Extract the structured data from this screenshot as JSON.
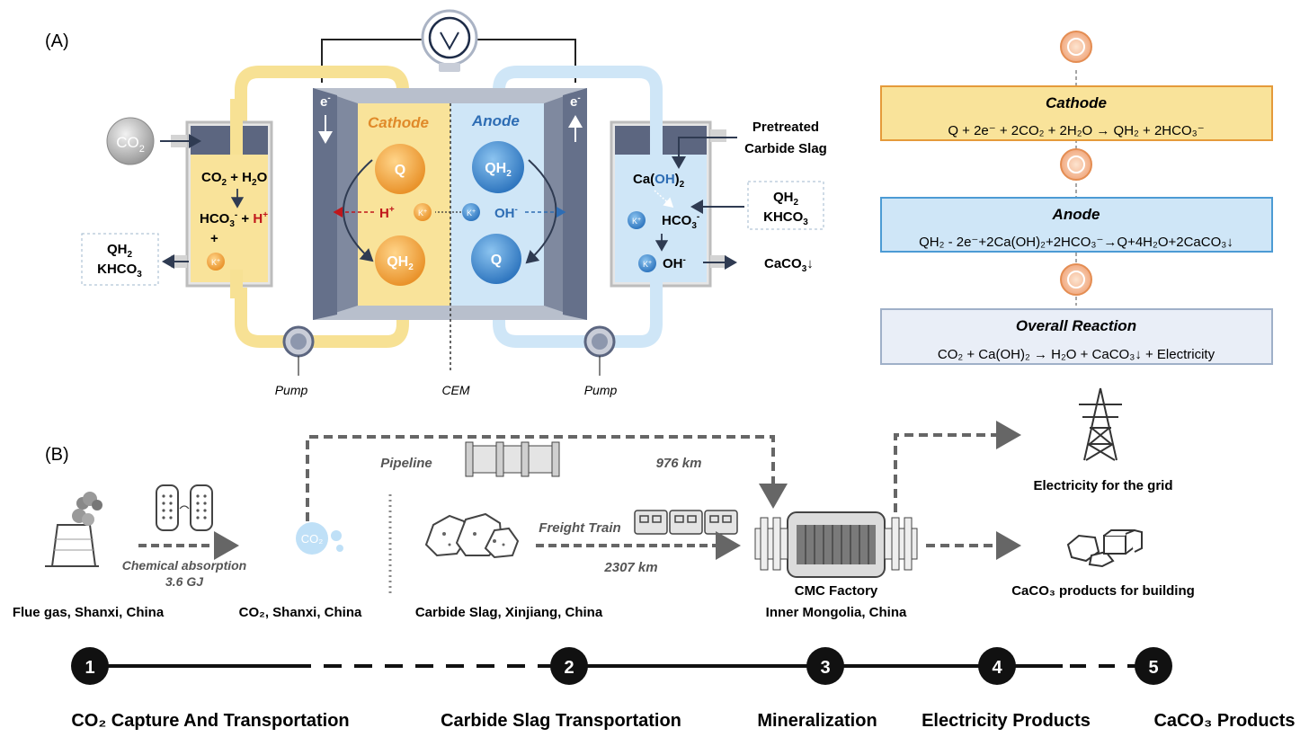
{
  "panel_a": {
    "label": "(A)",
    "electron_left": "e",
    "electron_right": "e",
    "cathode_title": "Cathode",
    "anode_title": "Anode",
    "co2_ball": "CO",
    "left_tank": {
      "line1_a": "CO",
      "line1_b": " + H",
      "line1_c": "O",
      "line2_a": "HCO",
      "line2_b": " + ",
      "line2_h": "H",
      "plus": "+"
    },
    "left_out": {
      "line1": "QH",
      "line2": "KHCO"
    },
    "cathode_bubble_q": "Q",
    "cathode_bubble_qh2": "QH",
    "anode_bubble_qh2": "QH",
    "anode_bubble_q": "Q",
    "h_plus": "H",
    "oh_minus": "OH",
    "k_ion": "K",
    "right_tank": {
      "caoh": "Ca(",
      "oh": "OH",
      "caoh_end": ")",
      "hco3": "HCO",
      "oh_minus": "OH"
    },
    "pretreated": {
      "line1": "Pretreated",
      "line2": "Carbide Slag"
    },
    "right_in": {
      "line1": "QH",
      "line2": "KHCO"
    },
    "caco3_out": "CaCO",
    "pump_left": "Pump",
    "pump_right": "Pump",
    "cem": "CEM"
  },
  "reactions": {
    "cathode_title": "Cathode",
    "cathode_eq": "Q + 2e⁻ + 2CO₂ + 2H₂O → QH₂ + 2HCO₃⁻",
    "anode_title": "Anode",
    "anode_eq": "QH₂ - 2e⁻+2Ca(OH)₂+2HCO₃⁻→Q+4H₂O+2CaCO₃↓",
    "overall_title": "Overall Reaction",
    "overall_eq": "CO₂ + Ca(OH)₂ → H₂O + CaCO₃↓ + Electricity"
  },
  "panel_b": {
    "label": "(B)",
    "flue_gas": "Flue gas, Shanxi, China",
    "chem_abs_1": "Chemical absorption",
    "chem_abs_2": "3.6 GJ",
    "co2_site": "CO₂, Shanxi, China",
    "co2_icon": "CO₂",
    "pipeline": "Pipeline",
    "pipeline_km": "976 km",
    "freight_train": "Freight Train",
    "train_km": "2307 km",
    "carbide_slag": "Carbide Slag, Xinjiang, China",
    "cmc_1": "CMC Factory",
    "cmc_2": "Inner Mongolia, China",
    "electricity": "Electricity for the grid",
    "caco3_products": "CaCO₃ products for building"
  },
  "steps": [
    {
      "num": "1",
      "label": "CO₂ Capture And Transportation"
    },
    {
      "num": "2",
      "label": "Carbide Slag Transportation"
    },
    {
      "num": "3",
      "label": "Mineralization"
    },
    {
      "num": "4",
      "label": "Electricity Products"
    },
    {
      "num": "5",
      "label": "CaCO₃ Products"
    }
  ],
  "colors": {
    "cathode": "#f9e39a",
    "anode": "#cfe6f7",
    "electrode": "#8d97ad",
    "orange_ball": "#f1a94a",
    "blue_ball": "#4f95d4",
    "cathode_box_border": "#e59a3a",
    "anode_box_border": "#4c9bd4",
    "overall_box": "#e9eef7",
    "dash_gray": "#666666",
    "h_plus_red": "#c0161b",
    "oh_blue": "#2e6db4"
  }
}
